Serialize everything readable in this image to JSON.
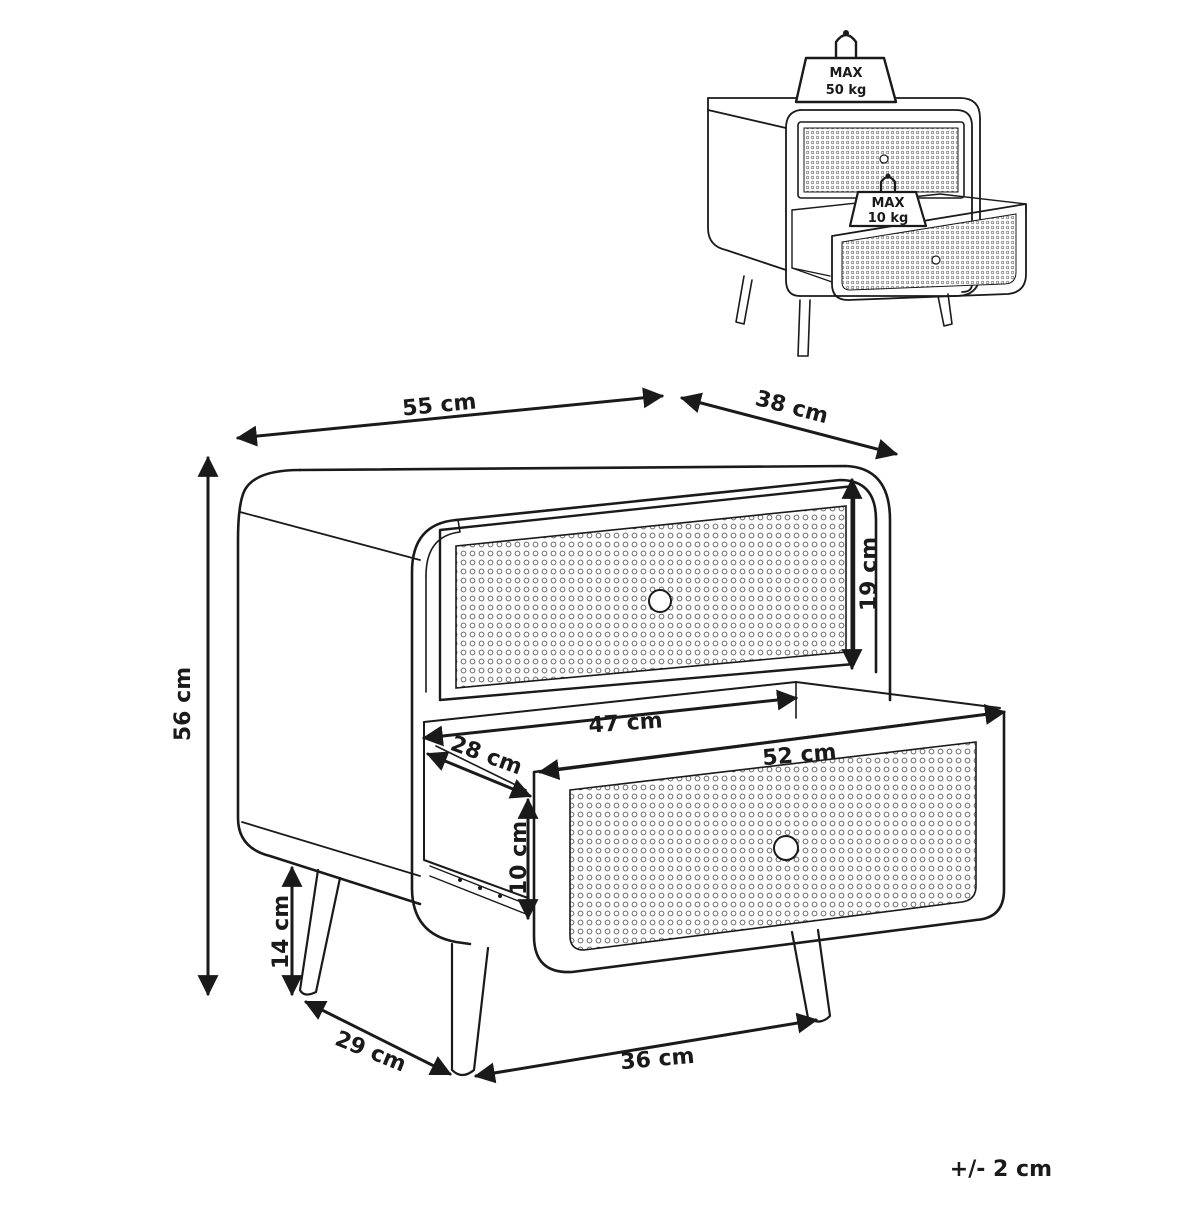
{
  "dimensions": {
    "width": "55 cm",
    "depth": "38 cm",
    "height": "56 cm",
    "drawer_height": "19 cm",
    "drawer_inner_width": "47 cm",
    "drawer_inner_depth": "28 cm",
    "drawer_front_width": "52 cm",
    "drawer_inner_height": "10 cm",
    "leg_height": "14 cm",
    "leg_span_depth": "29 cm",
    "leg_span_width": "36 cm"
  },
  "load": {
    "top_max_label": "MAX",
    "top_max_value": "50 kg",
    "drawer_max_label": "MAX",
    "drawer_max_value": "10 kg"
  },
  "tolerance": "+/- 2 cm",
  "colors": {
    "line": "#1a1a1a",
    "background": "#ffffff",
    "weight_fill": "#ffffff"
  }
}
